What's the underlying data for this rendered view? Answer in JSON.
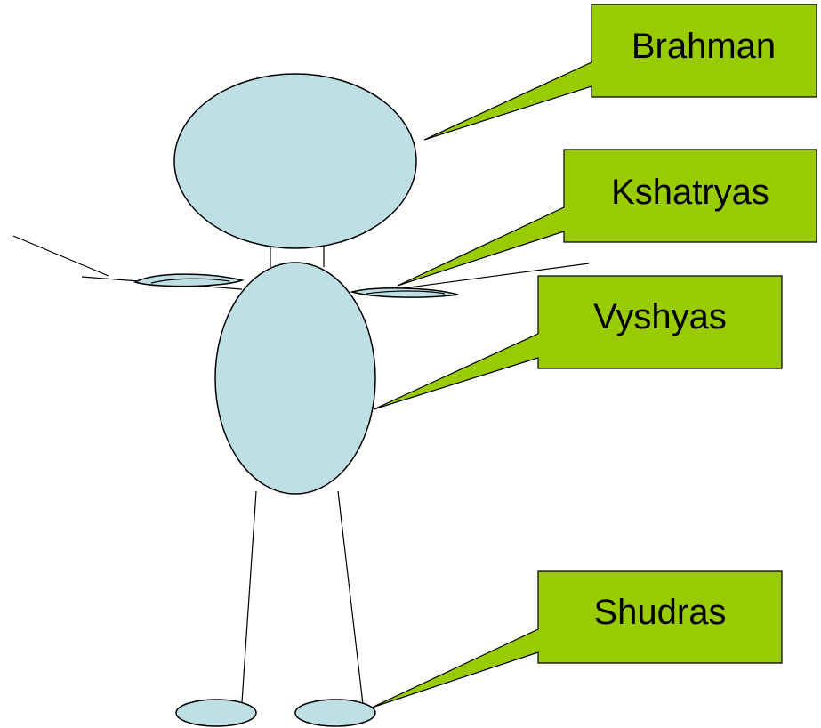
{
  "colors": {
    "figure_fill": "#BEDFE4",
    "callout_fill": "#99CC00",
    "outline": "#000000"
  },
  "callouts": {
    "brahman": "Brahman",
    "kshatryas": "Kshatryas",
    "vyshyas": "Vyshyas",
    "shudras": "Shudras"
  }
}
